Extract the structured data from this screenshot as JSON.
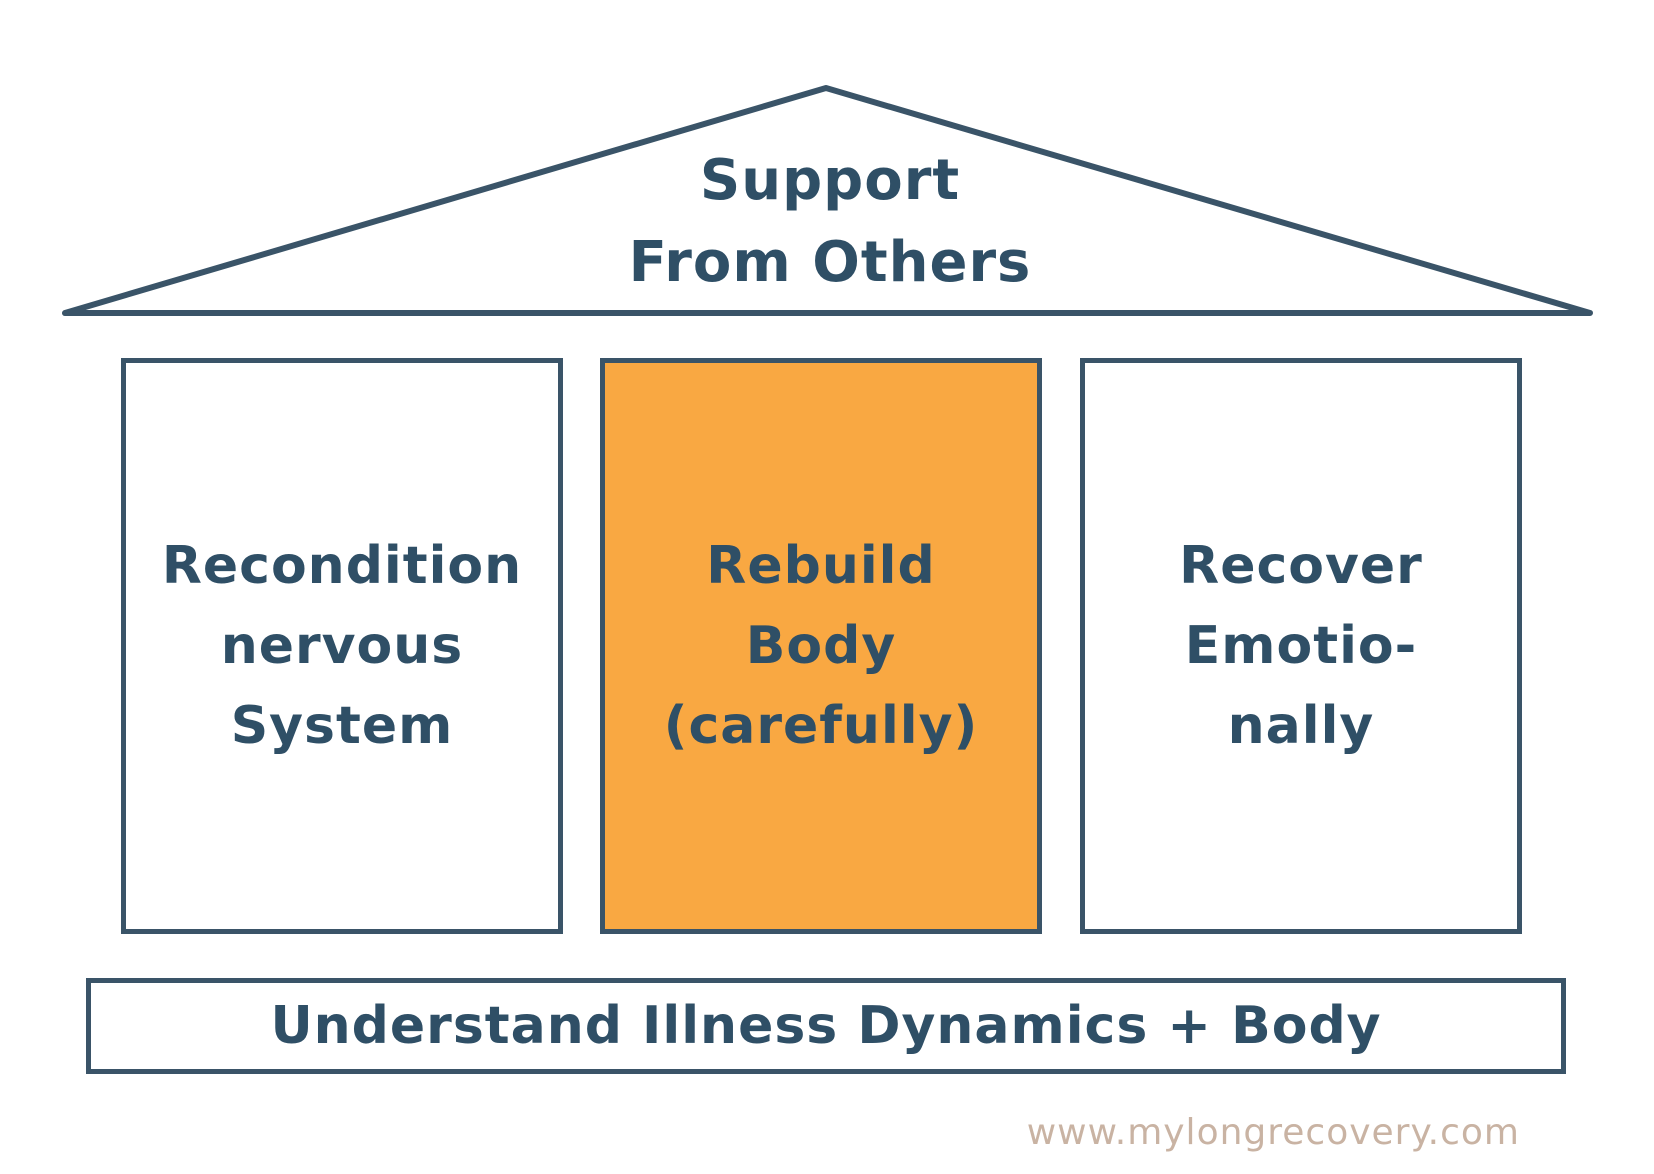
{
  "roof": {
    "line1": "Support",
    "line2": "From Others"
  },
  "pillars": [
    {
      "lines": [
        "Recondition",
        "nervous",
        "System"
      ],
      "highlighted": false
    },
    {
      "lines": [
        "Rebuild",
        "Body",
        "(carefully)"
      ],
      "highlighted": true
    },
    {
      "lines": [
        "Recover",
        "Emotio-",
        "nally"
      ],
      "highlighted": false
    }
  ],
  "base": {
    "label": "Understand Illness Dynamics + Body"
  },
  "footer": {
    "website": "www.mylongrecovery.com"
  },
  "colors": {
    "outline": "#3a5468",
    "text": "#2f4f66",
    "highlight": "#f9a842",
    "website_text": "#c9b3a3",
    "background": "#ffffff"
  }
}
